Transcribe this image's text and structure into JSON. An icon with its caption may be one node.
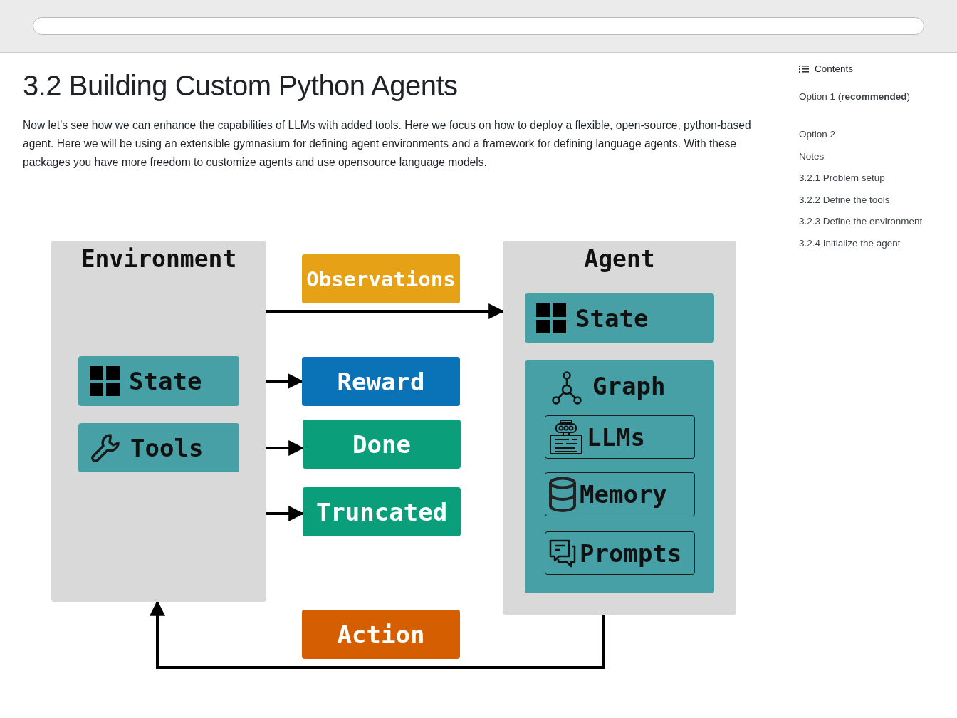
{
  "diagram": {
    "title": "3.2 Building Custom Python Agents",
    "nodes": [
      {
        "text": [
          "Environment"
        ]
      },
      {
        "text": [
          "State"
        ],
        "in": 0
      },
      {
        "text": [
          "Tools"
        ],
        "in": 0
      },
      {
        "text": [
          "Observations"
        ]
      },
      {
        "text": [
          "Reward"
        ]
      },
      {
        "text": [
          "Done"
        ]
      },
      {
        "text": [
          "Truncated"
        ]
      },
      {
        "text": [
          "Agent"
        ]
      },
      {
        "text": [
          "State"
        ],
        "in": 7
      },
      {
        "text": [
          "Graph"
        ],
        "in": 7
      },
      {
        "text": [
          "LLMs"
        ],
        "in": 9
      },
      {
        "text": [
          "Memory"
        ],
        "in": 9
      },
      {
        "text": [
          "Prompts"
        ],
        "in": 9
      },
      {
        "text": [
          "Action"
        ]
      }
    ],
    "edges": [
      {
        "from": 0,
        "to": 7,
        "arrow": "to"
      },
      {
        "from": 0,
        "to": 4,
        "arrow": "to"
      },
      {
        "from": 0,
        "to": 5,
        "arrow": "to"
      },
      {
        "from": 0,
        "to": 6,
        "arrow": "to"
      },
      {
        "from": 7,
        "to": 0,
        "arrow": "to"
      }
    ],
    "labels": [
      "Now let’s see how we can enhance the capabilities of LLMs with added tools. Here we focus on how to deploy a flexible, open-source, python-based agent. Here we will be using an extensible gymnasium for defining agent environments and a framework for defining language agents. With these packages you have more freedom to customize agents and use opensource language models.",
      "Contents",
      "Option 1 (**recommended**)",
      "Option 2",
      "Notes",
      "3.2.1 Problem setup",
      "3.2.2 Define the tools",
      "3.2.3 Define the environment",
      "3.2.4 Initialize the agent"
    ]
  }
}
